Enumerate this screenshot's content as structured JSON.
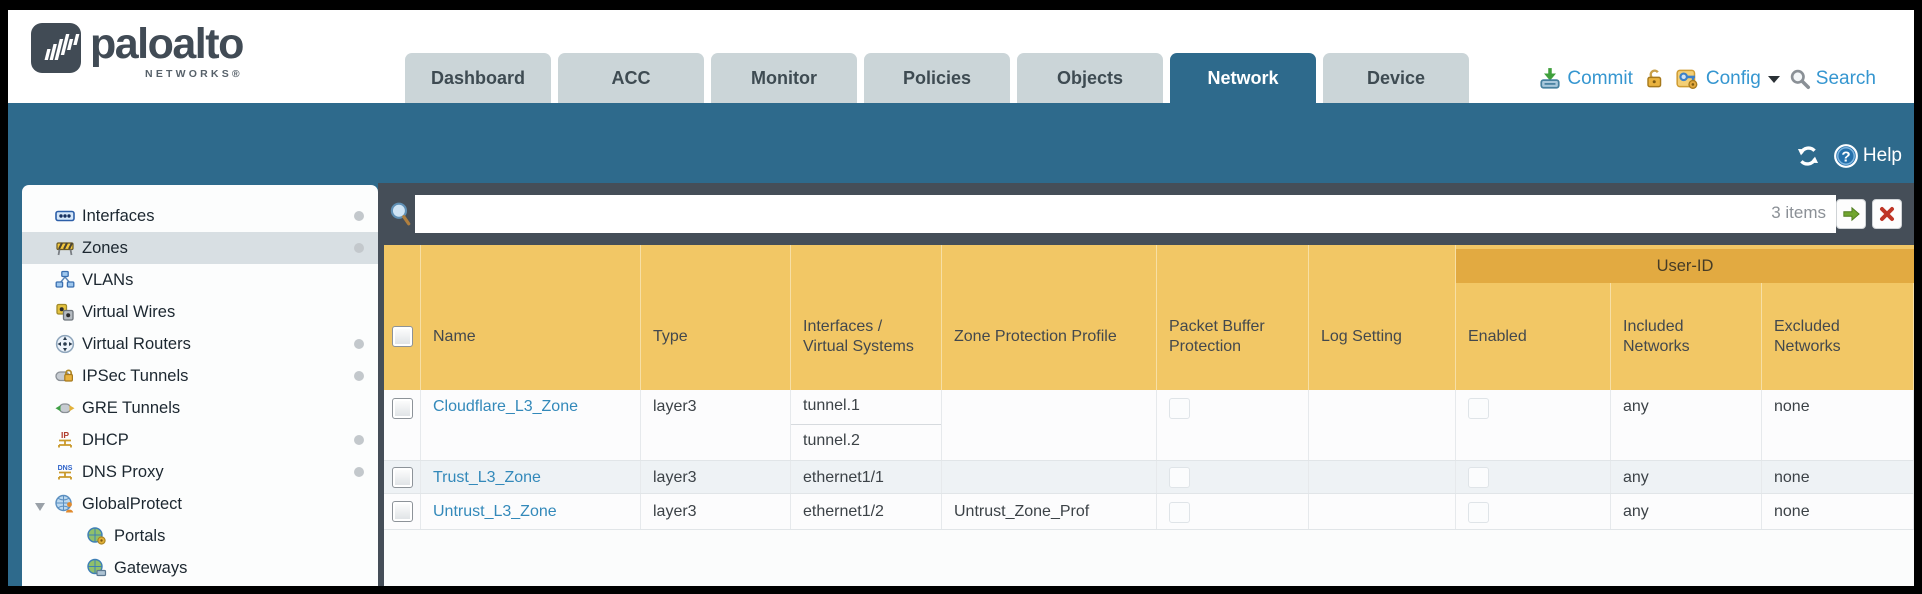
{
  "header": {
    "brand": "paloalto",
    "brand_sub": "NETWORKS®",
    "tabs": [
      "Dashboard",
      "ACC",
      "Monitor",
      "Policies",
      "Objects",
      "Network",
      "Device"
    ],
    "active_tab": "Network",
    "commit_label": "Commit",
    "config_label": "Config",
    "search_label": "Search"
  },
  "banner": {
    "help_label": "Help"
  },
  "sidebar": {
    "items": [
      {
        "label": "Interfaces"
      },
      {
        "label": "Zones"
      },
      {
        "label": "VLANs"
      },
      {
        "label": "Virtual Wires"
      },
      {
        "label": "Virtual Routers"
      },
      {
        "label": "IPSec Tunnels"
      },
      {
        "label": "GRE Tunnels"
      },
      {
        "label": "DHCP"
      },
      {
        "label": "DNS Proxy"
      },
      {
        "label": "GlobalProtect"
      },
      {
        "label": "Portals"
      },
      {
        "label": "Gateways"
      }
    ],
    "selected": "Zones"
  },
  "toolbar": {
    "items_count": "3 items"
  },
  "table": {
    "group_header": "User-ID",
    "columns": [
      "Name",
      "Type",
      "Interfaces / Virtual Systems",
      "Zone Protection Profile",
      "Packet Buffer Protection",
      "Log Setting",
      "Enabled",
      "Included Networks",
      "Excluded Networks"
    ],
    "rows": [
      {
        "name": "Cloudflare_L3_Zone",
        "type": "layer3",
        "interfaces": [
          "tunnel.1",
          "tunnel.2"
        ],
        "zone_protection": "",
        "log_setting": "",
        "included_networks": "any",
        "excluded_networks": "none"
      },
      {
        "name": "Trust_L3_Zone",
        "type": "layer3",
        "interfaces": [
          "ethernet1/1"
        ],
        "zone_protection": "",
        "log_setting": "",
        "included_networks": "any",
        "excluded_networks": "none"
      },
      {
        "name": "Untrust_L3_Zone",
        "type": "layer3",
        "interfaces": [
          "ethernet1/2"
        ],
        "zone_protection": "Untrust_Zone_Prof",
        "log_setting": "",
        "included_networks": "any",
        "excluded_networks": "none"
      }
    ]
  },
  "colors": {
    "teal": "#2e6a8c",
    "slate": "#454e58",
    "header_gold": "#f2c765",
    "group_gold": "#e2aa41",
    "link_blue": "#3389ba",
    "action_blue": "#3596d0"
  }
}
